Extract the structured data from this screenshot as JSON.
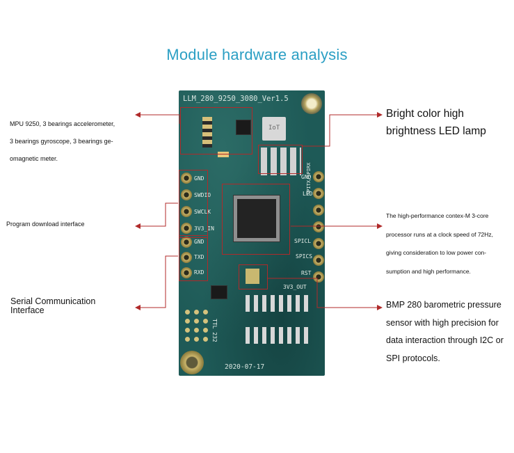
{
  "title": "Module hardware analysis",
  "board": {
    "model_label": "LLM_280_9250_3080_Ver1.5",
    "date_label": "2020-07-17",
    "iot_label": "IoT",
    "right_pins": [
      "GND",
      "LED",
      "SPITX/SPIRX",
      "SPICL",
      "SPICS",
      "RST",
      "3V3_OUT"
    ],
    "left_pins_program": [
      "GND",
      "SWDIO",
      "SWCLK",
      "3V3_IN"
    ],
    "left_pins_serial": [
      "GND",
      "TXD",
      "RXD"
    ],
    "ttl_label": "TTL 232"
  },
  "notes": {
    "mpu": [
      "MPU 9250, 3 bearings accelerometer,",
      "3 bearings gyroscope, 3 bearings ge-",
      "omagnetic meter."
    ],
    "program": "Program download interface",
    "serial": [
      "Serial Communication",
      "Interface"
    ],
    "led": [
      "Bright color high",
      "brightness LED lamp"
    ],
    "processor": [
      "The high-performance contex-M 3-core",
      "processor runs at a clock speed of 72Hz,",
      "giving consideration to low power con-",
      "sumption and high performance."
    ],
    "bmp": [
      "BMP 280 barometric pressure",
      "sensor with high precision for",
      "data interaction through I2C or",
      "SPI protocols."
    ]
  },
  "colors": {
    "title": "#2b9fc4",
    "annotation_line": "#b02a2a",
    "board": "#1e5a57"
  }
}
